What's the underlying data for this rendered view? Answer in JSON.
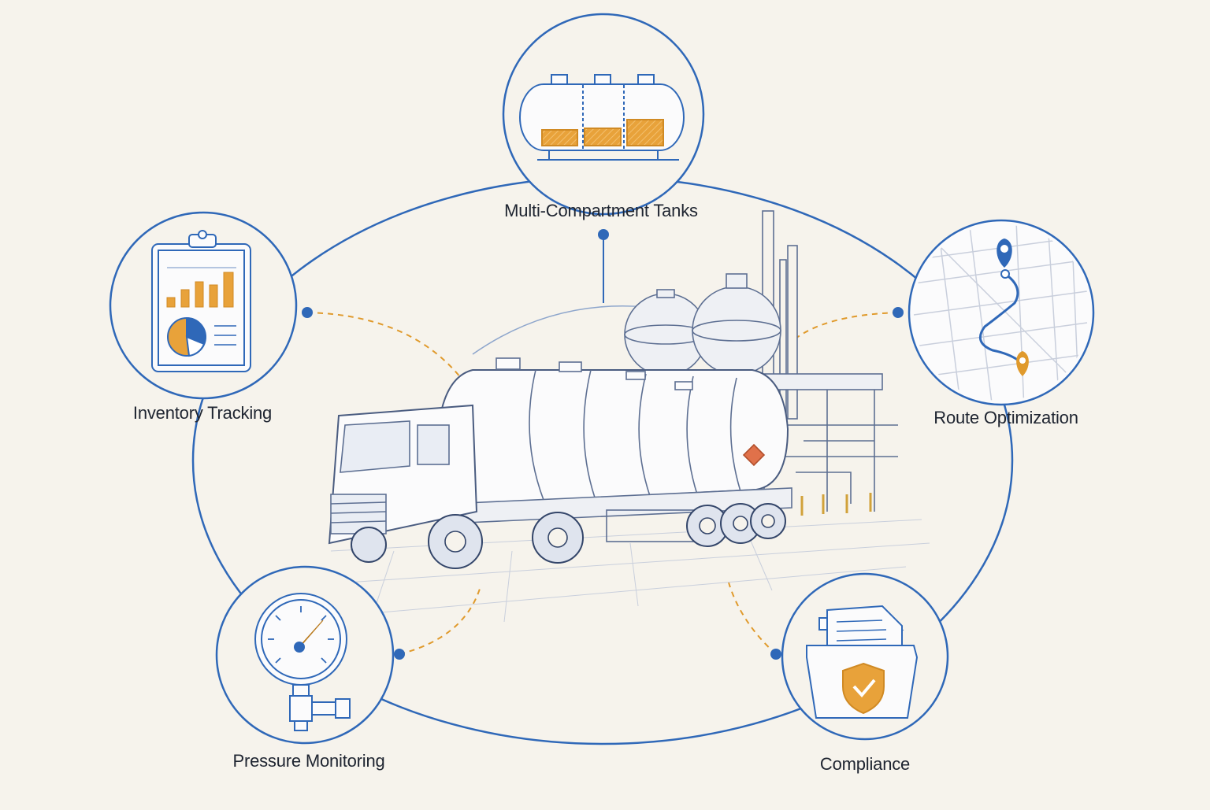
{
  "features": {
    "tanks": {
      "label": "Multi-Compartment Tanks",
      "icon": "tank-compartments-icon"
    },
    "inventory": {
      "label": "Inventory Tracking",
      "icon": "clipboard-chart-icon"
    },
    "route": {
      "label": "Route Optimization",
      "icon": "map-route-icon"
    },
    "pressure": {
      "label": "Pressure Monitoring",
      "icon": "pressure-gauge-icon"
    },
    "compliance": {
      "label": "Compliance",
      "icon": "folder-shield-icon"
    }
  },
  "center": {
    "icon": "tanker-truck-refinery-icon"
  },
  "colors": {
    "ring": "#2f68b8",
    "accent": "#e09a2c",
    "ink": "#1e2430",
    "sketch": "#5d6f92",
    "background": "#f6f3ec"
  }
}
